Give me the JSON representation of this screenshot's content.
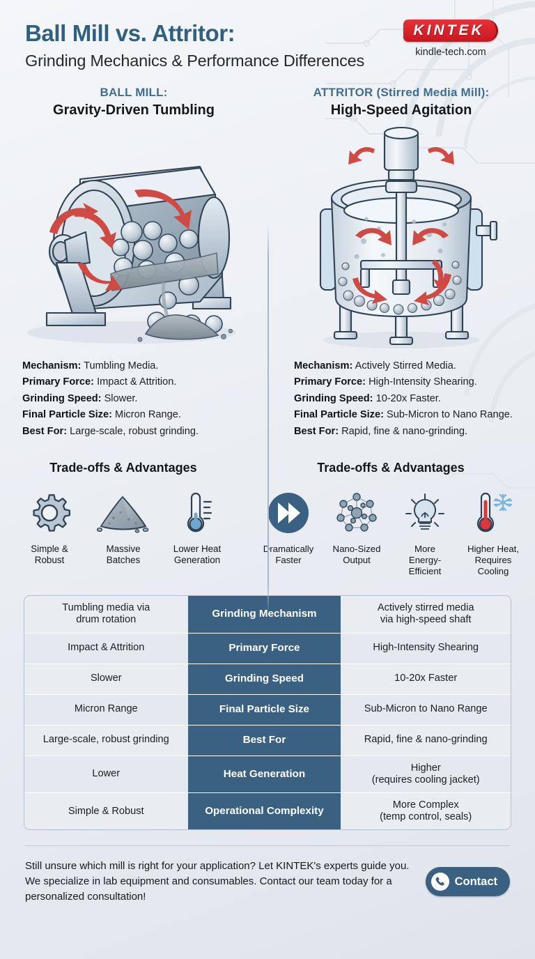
{
  "header": {
    "title_main": "Ball Mill vs. Attritor:",
    "title_sub": "Grinding Mechanics & Performance Differences",
    "logo_text": "KINTEK",
    "brand_url": "kindle-tech.com"
  },
  "columns": {
    "left": {
      "eyebrow": "BALL MILL:",
      "strong": "Gravity-Driven Tumbling",
      "specs": [
        {
          "label": "Mechanism:",
          "value": "Tumbling Media."
        },
        {
          "label": "Primary Force:",
          "value": "Impact & Attrition."
        },
        {
          "label": "Grinding Speed:",
          "value": "Slower."
        },
        {
          "label": "Final Particle Size:",
          "value": "Micron Range."
        },
        {
          "label": "Best For:",
          "value": "Large-scale, robust grinding."
        }
      ],
      "tradeoff_title": "Trade-offs & Advantages",
      "icons": [
        {
          "icon": "gear-icon",
          "caption": "Simple &\nRobust"
        },
        {
          "icon": "powder-pile-icon",
          "caption": "Massive\nBatches"
        },
        {
          "icon": "thermometer-cool-icon",
          "caption": "Lower Heat\nGeneration"
        }
      ]
    },
    "right": {
      "eyebrow": "ATTRITOR (Stirred Media Mill):",
      "strong": "High-Speed Agitation",
      "specs": [
        {
          "label": "Mechanism:",
          "value": "Actively Stirred Media."
        },
        {
          "label": "Primary Force:",
          "value": "High-Intensity Shearing."
        },
        {
          "label": "Grinding Speed:",
          "value": "10-20x Faster."
        },
        {
          "label": "Final Particle Size:",
          "value": "Sub-Micron to Nano Range."
        },
        {
          "label": "Best For:",
          "value": "Rapid, fine & nano-grinding."
        }
      ],
      "tradeoff_title": "Trade-offs & Advantages",
      "icons": [
        {
          "icon": "fast-forward-icon",
          "caption": "Dramatically\nFaster"
        },
        {
          "icon": "nano-molecule-icon",
          "caption": "Nano-Sized\nOutput"
        },
        {
          "icon": "lightbulb-icon",
          "caption": "More\nEnergy-\nEfficient"
        },
        {
          "icon": "thermometer-hot-snowflake-icon",
          "caption": "Higher Heat,\nRequires\nCooling"
        }
      ]
    }
  },
  "table": {
    "rows": [
      {
        "left": "Tumbling media via\ndrum rotation",
        "mid": "Grinding Mechanism",
        "right": "Actively stirred media\nvia high-speed shaft"
      },
      {
        "left": "Impact & Attrition",
        "mid": "Primary Force",
        "right": "High-Intensity Shearing"
      },
      {
        "left": "Slower",
        "mid": "Grinding Speed",
        "right": "10-20x Faster"
      },
      {
        "left": "Micron Range",
        "mid": "Final Particle Size",
        "right": "Sub-Micron to Nano Range"
      },
      {
        "left": "Large-scale, robust grinding",
        "mid": "Best For",
        "right": "Rapid, fine & nano-grinding"
      },
      {
        "left": "Lower",
        "mid": "Heat Generation",
        "right": "Higher\n(requires cooling jacket)"
      },
      {
        "left": "Simple & Robust",
        "mid": "Operational Complexity",
        "right": "More Complex\n(temp control, seals)"
      }
    ]
  },
  "footer": {
    "text": "Still unsure which mill is right for your application? Let KINTEK's experts guide you. We specialize in lab equipment and consumables. Contact our team today for a personalized consultation!",
    "contact_label": "Contact"
  },
  "colors": {
    "title_blue": "#31607f",
    "header_cell_blue": "#3a6181",
    "logo_red": "#c9161f",
    "arrow_red": "#cf4a42",
    "metal_light": "#dfe6ec",
    "metal_mid": "#b9c6d2",
    "metal_dark": "#7f93a6",
    "outline": "#2f4254"
  }
}
